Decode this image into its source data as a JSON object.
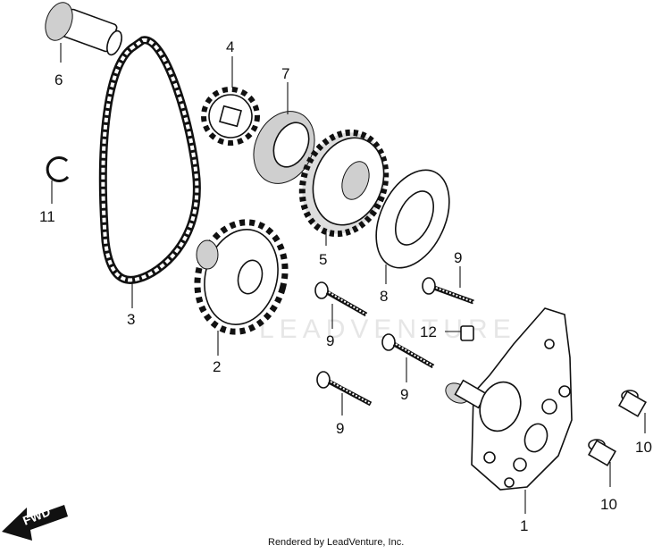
{
  "callouts": [
    {
      "id": "c6",
      "label": "6"
    },
    {
      "id": "c4",
      "label": "4"
    },
    {
      "id": "c7",
      "label": "7"
    },
    {
      "id": "c11",
      "label": "11"
    },
    {
      "id": "c5",
      "label": "5"
    },
    {
      "id": "c8",
      "label": "8"
    },
    {
      "id": "c9a",
      "label": "9"
    },
    {
      "id": "c3",
      "label": "3"
    },
    {
      "id": "c12",
      "label": "12"
    },
    {
      "id": "c9b",
      "label": "9"
    },
    {
      "id": "c2",
      "label": "2"
    },
    {
      "id": "c9c",
      "label": "9"
    },
    {
      "id": "c9d",
      "label": "9"
    },
    {
      "id": "c10a",
      "label": "10"
    },
    {
      "id": "c10b",
      "label": "10"
    },
    {
      "id": "c1",
      "label": "1"
    }
  ],
  "fwd_label": "FWD",
  "watermark": "LEADVENTURE",
  "credit": "Rendered by LeadVenture, Inc."
}
